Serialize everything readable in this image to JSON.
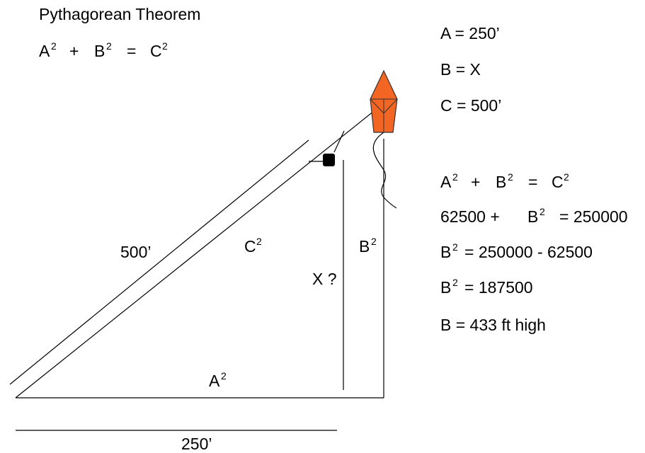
{
  "title": "Pythagorean Theorem",
  "formula": {
    "a": "A",
    "b": "B",
    "c": "C",
    "exp": "2",
    "plus": "+",
    "eq": "="
  },
  "givens": [
    "A = 250’",
    "B = X",
    "C = 500’"
  ],
  "steps": {
    "step1_a": "A",
    "step1_b": "B",
    "step1_c": "C",
    "step2_left": "62500 +",
    "step2_b": "B",
    "step2_right": "= 250000",
    "step3_b": "B",
    "step3_right": "= 250000 - 62500",
    "step4_b": "B",
    "step4_right": "= 187500",
    "step5": "B = 433 ft high"
  },
  "diagram": {
    "hyp_length": "500’",
    "hyp_label": "C",
    "vertical_label": "B",
    "unknown_label": "X ?",
    "base_label": "A",
    "base_length": "250’",
    "kite_color": "#f26522",
    "kite_outline": "#333333"
  }
}
